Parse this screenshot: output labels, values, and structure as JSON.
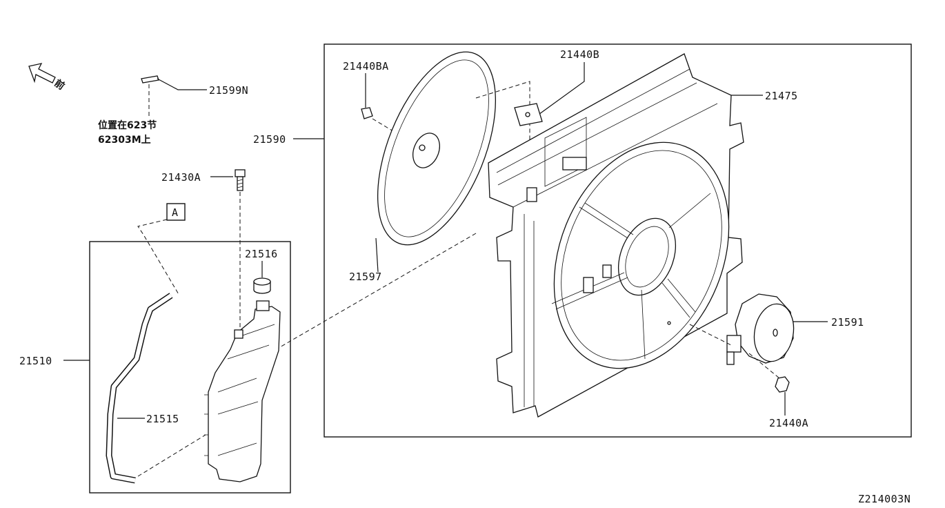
{
  "diagram": {
    "figure_code": "Z214003N",
    "front_indicator": "前",
    "location_note": {
      "line1": "位置在623节",
      "line2": "62303M上"
    },
    "reference_box": "A",
    "labels": {
      "p21599N": "21599N",
      "p21430A": "21430A",
      "p21590": "21590",
      "p21440BA": "21440BA",
      "p21440B": "21440B",
      "p21475": "21475",
      "p21597": "21597",
      "p21516": "21516",
      "p21510": "21510",
      "p21515": "21515",
      "p21591": "21591",
      "p21440A": "21440A"
    }
  }
}
